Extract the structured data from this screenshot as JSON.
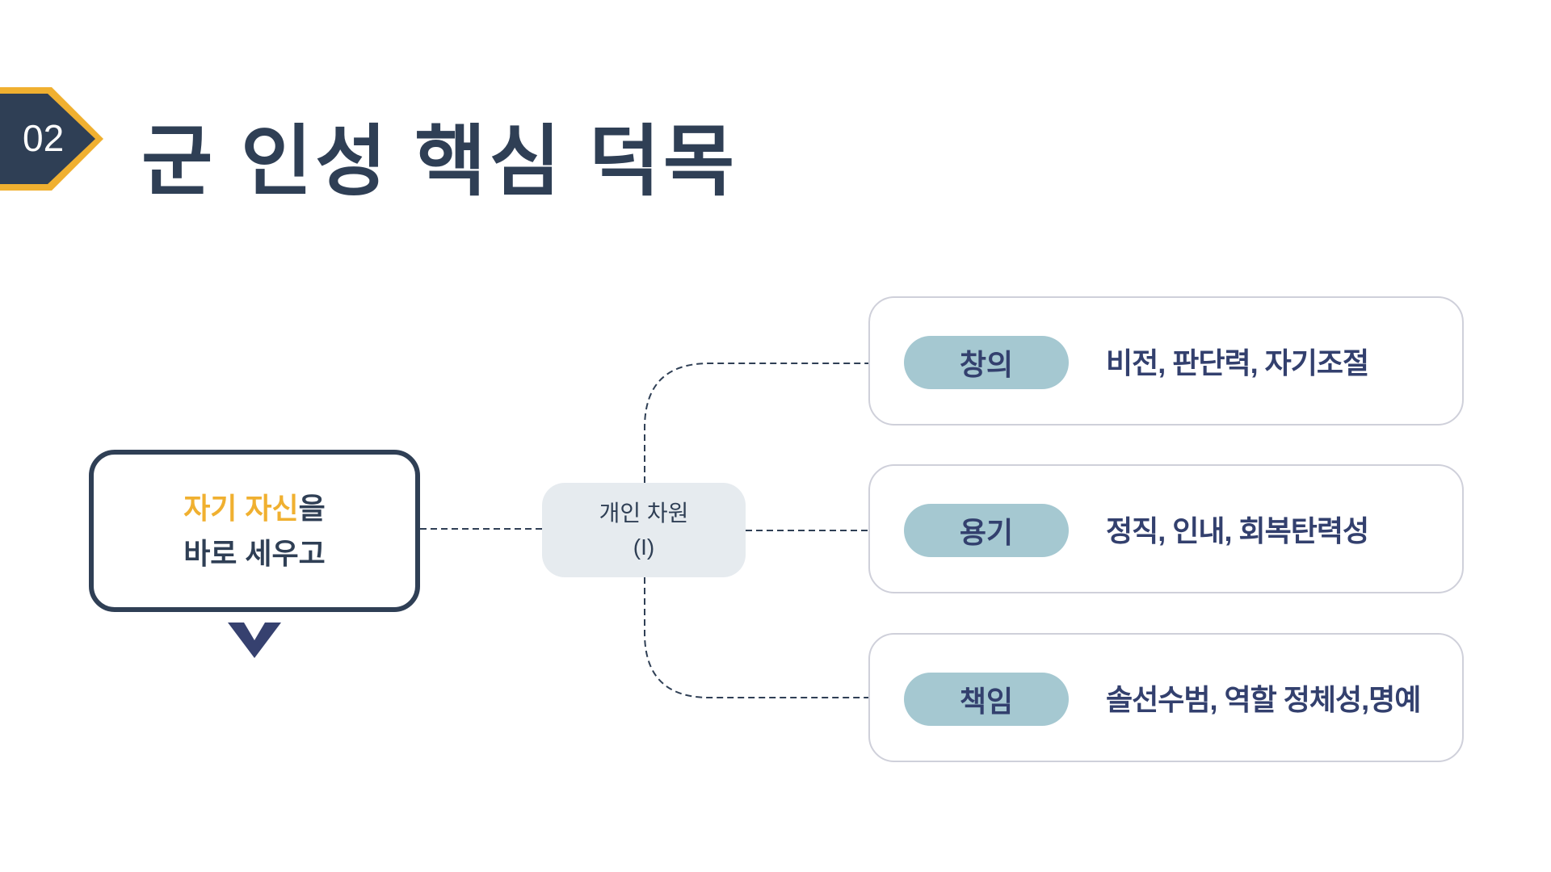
{
  "header": {
    "number": "02",
    "title": "군 인성 핵심 덕목"
  },
  "left_box": {
    "accent_text": "자기 자신",
    "line1_rest": "을",
    "line2": "바로 세우고"
  },
  "center": {
    "line1": "개인 차원",
    "line2": "(I)"
  },
  "virtues": [
    {
      "label": "창의",
      "items": "비전, 판단력, 자기조절"
    },
    {
      "label": "용기",
      "items": "정직, 인내, 회복탄력성"
    },
    {
      "label": "책임",
      "items": "솔선수범, 역할 정체성,명예"
    }
  ],
  "colors": {
    "navy": "#2f3f55",
    "accent": "#f0b030",
    "pill": "#a5c8d1",
    "text": "#33406e"
  }
}
